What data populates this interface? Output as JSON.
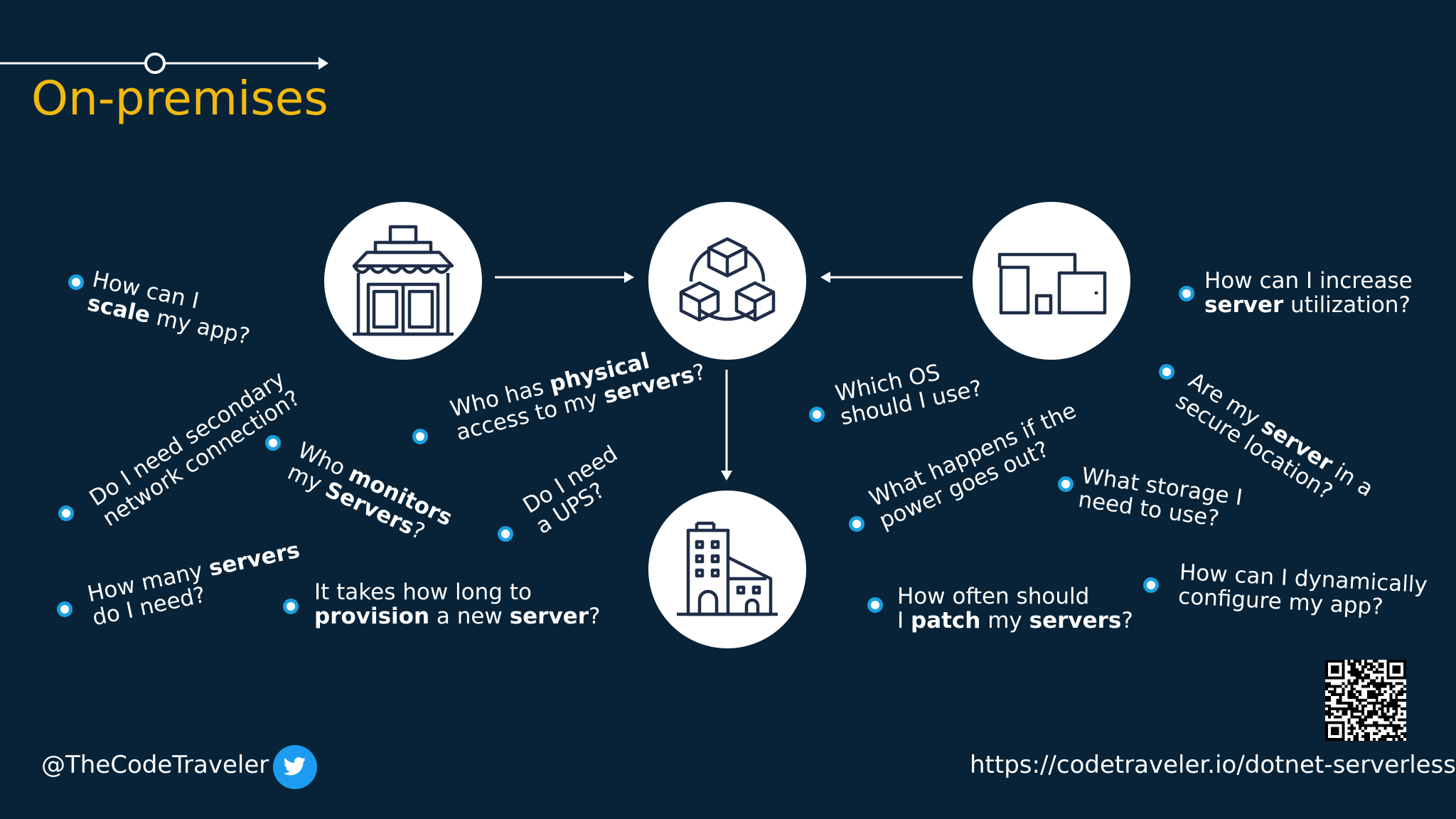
{
  "slide": {
    "title": "On-premises",
    "colors": {
      "background": "#082338",
      "title": "#f2b90f",
      "bullet": "#1aa0e0",
      "icon_stroke": "#1f2d48",
      "twitter": "#1d9bf0"
    }
  },
  "icons": {
    "storefront": "storefront-icon",
    "cubes": "cubes-icon",
    "devices": "devices-icon",
    "buildings": "buildings-icon",
    "twitter": "twitter-icon",
    "qr": "qr-code-icon"
  },
  "questions": [
    {
      "id": "scale",
      "l1": [
        {
          "t": "How can I"
        }
      ],
      "l2": [
        {
          "t": "scale",
          "b": true
        },
        {
          "t": " my app?"
        }
      ]
    },
    {
      "id": "secondary",
      "l1": [
        {
          "t": "Do I need secondary"
        }
      ],
      "l2": [
        {
          "t": "network connection?"
        }
      ]
    },
    {
      "id": "monitors",
      "l1": [
        {
          "t": "Who "
        },
        {
          "t": "monitors",
          "b": true
        }
      ],
      "l2": [
        {
          "t": "my "
        },
        {
          "t": "Servers",
          "b": true
        },
        {
          "t": "?"
        }
      ]
    },
    {
      "id": "howmany",
      "l1": [
        {
          "t": "How many "
        },
        {
          "t": "servers",
          "b": true
        }
      ],
      "l2": [
        {
          "t": "do I need?"
        }
      ]
    },
    {
      "id": "provision",
      "l1": [
        {
          "t": "It takes how long to"
        }
      ],
      "l2": [
        {
          "t": "provision",
          "b": true
        },
        {
          "t": " a new "
        },
        {
          "t": "server",
          "b": true
        },
        {
          "t": "?"
        }
      ]
    },
    {
      "id": "physical",
      "l1": [
        {
          "t": "Who has "
        },
        {
          "t": "physical",
          "b": true
        }
      ],
      "l2": [
        {
          "t": "access to my "
        },
        {
          "t": "servers",
          "b": true
        },
        {
          "t": "?"
        }
      ]
    },
    {
      "id": "ups",
      "l1": [
        {
          "t": "Do I need"
        }
      ],
      "l2": [
        {
          "t": "a UPS?"
        }
      ]
    },
    {
      "id": "os",
      "l1": [
        {
          "t": "Which OS"
        }
      ],
      "l2": [
        {
          "t": "should I use?"
        }
      ]
    },
    {
      "id": "power",
      "l1": [
        {
          "t": "What happens if the"
        }
      ],
      "l2": [
        {
          "t": "power goes out?"
        }
      ]
    },
    {
      "id": "storage",
      "l1": [
        {
          "t": "What storage I"
        }
      ],
      "l2": [
        {
          "t": "need to use?"
        }
      ]
    },
    {
      "id": "patch",
      "l1": [
        {
          "t": "How often should"
        }
      ],
      "l2": [
        {
          "t": "I "
        },
        {
          "t": "patch",
          "b": true
        },
        {
          "t": " my "
        },
        {
          "t": "servers",
          "b": true
        },
        {
          "t": "?"
        }
      ]
    },
    {
      "id": "utilization",
      "l1": [
        {
          "t": "How can I increase"
        }
      ],
      "l2": [
        {
          "t": "server",
          "b": true
        },
        {
          "t": " utilization?"
        }
      ]
    },
    {
      "id": "secure",
      "l1": [
        {
          "t": "Are my "
        },
        {
          "t": "server",
          "b": true
        },
        {
          "t": " in a"
        }
      ],
      "l2": [
        {
          "t": "secure location?"
        }
      ]
    },
    {
      "id": "configure",
      "l1": [
        {
          "t": "How can I dynamically"
        }
      ],
      "l2": [
        {
          "t": "configure my app?"
        }
      ]
    }
  ],
  "footer": {
    "handle": "@TheCodeTraveler",
    "url": "https://codetraveler.io/dotnet-serverless/"
  }
}
